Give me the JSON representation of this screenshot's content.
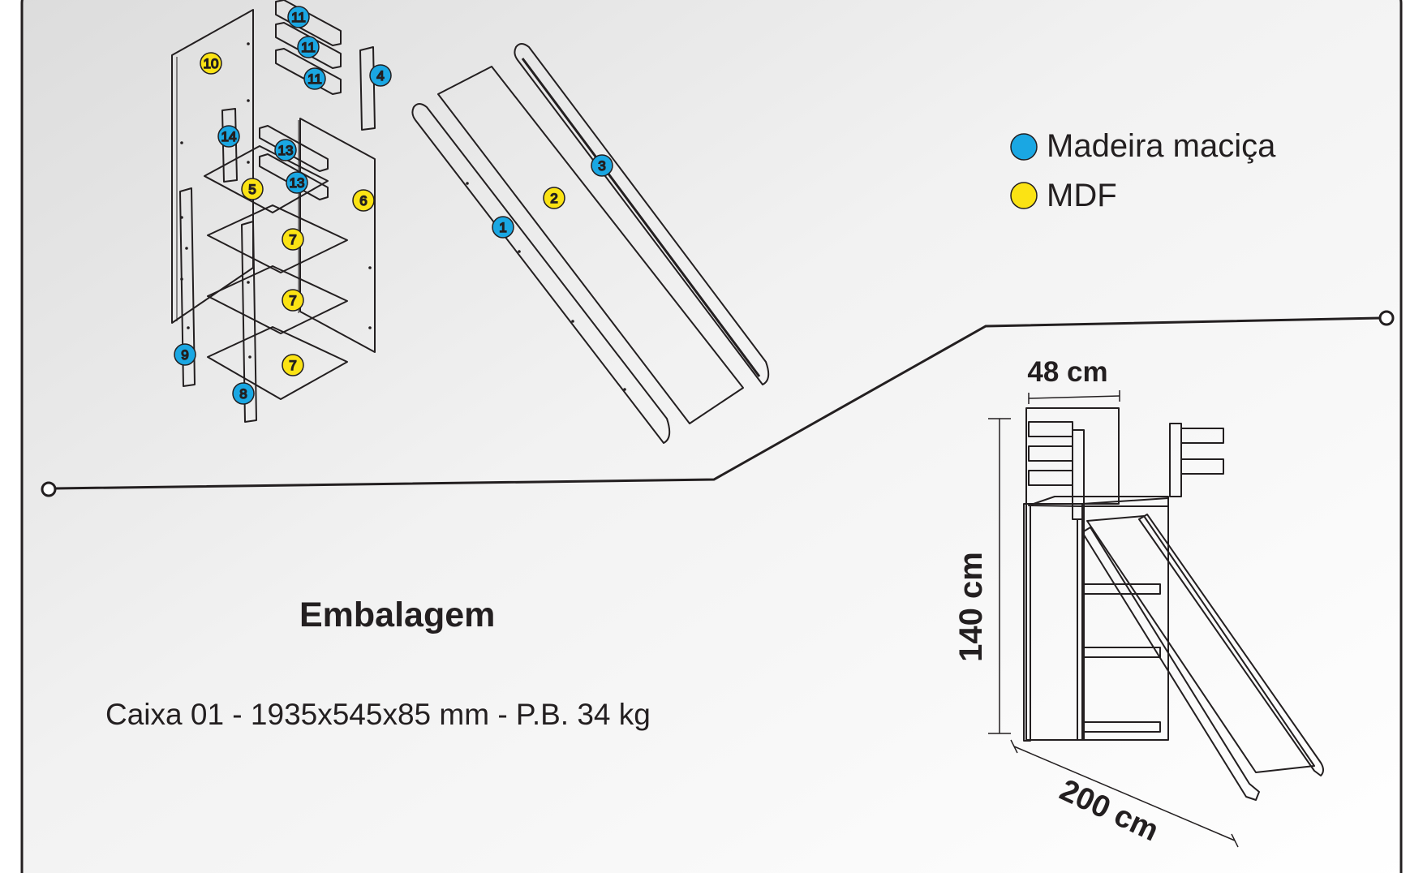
{
  "legend": {
    "items": [
      {
        "label": "Madeira maciça",
        "color": "#1aa7e3"
      },
      {
        "label": "MDF",
        "color": "#fbe314"
      }
    ]
  },
  "parts": {
    "labels": {
      "p1": "1",
      "p2": "2",
      "p3": "3",
      "p4": "4",
      "p5": "5",
      "p6": "6",
      "p7a": "7",
      "p7b": "7",
      "p7c": "7",
      "p8": "8",
      "p9": "9",
      "p10": "10",
      "p11a": "11",
      "p11b": "11",
      "p11c": "11",
      "p13a": "13",
      "p13b": "13",
      "p14": "14"
    }
  },
  "packaging": {
    "title": "Embalagem",
    "line": "Caixa 01 - 1935x545x85 mm - P.B. 34 kg"
  },
  "dimensions": {
    "width": "48 cm",
    "height": "140 cm",
    "length": "200 cm"
  },
  "colors": {
    "solid_wood": "#1aa7e3",
    "mdf": "#fbe314",
    "ink": "#231f20"
  }
}
